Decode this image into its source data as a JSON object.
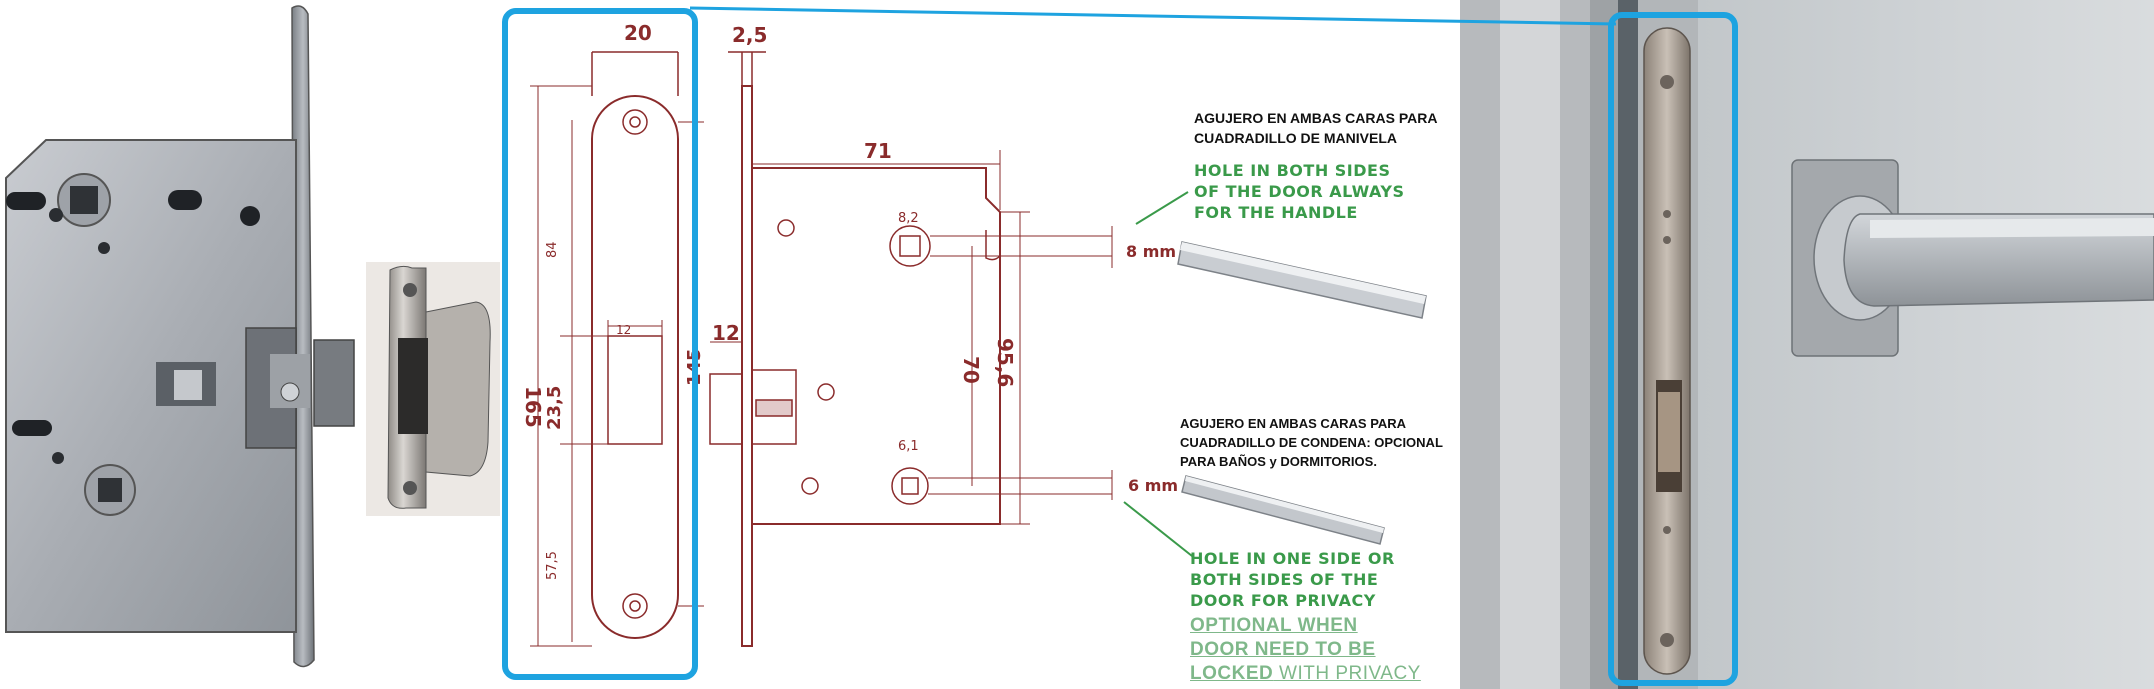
{
  "dimensions": {
    "front_width": "20",
    "forend_thickness": "2,5",
    "total_height": "165",
    "screw_pitch": "145",
    "upper_segment": "84",
    "strike_height": "23,5",
    "lower_segment": "57,5",
    "latch_width": "12",
    "latch_projection": "12",
    "backset": "71",
    "spindle_square": "8,2",
    "privacy_square": "6,1",
    "spindle_spacing": "70",
    "body_height": "95,6",
    "handle_spindle": "8 mm",
    "privacy_spindle": "6 mm"
  },
  "notes": {
    "handle_es_1": "AGUJERO EN AMBAS CARAS PARA",
    "handle_es_2": "CUADRADILLO DE MANIVELA",
    "handle_en_1": "HOLE IN BOTH SIDES",
    "handle_en_2": "OF THE DOOR ALWAYS",
    "handle_en_3": "FOR THE HANDLE",
    "privacy_es_1": "AGUJERO EN AMBAS CARAS PARA",
    "privacy_es_2": "CUADRADILLO DE CONDENA: OPCIONAL",
    "privacy_es_3": "PARA BAÑOS y DORMITORIOS.",
    "privacy_en_1": "HOLE IN ONE SIDE OR",
    "privacy_en_2": "BOTH SIDES OF THE",
    "privacy_en_3": "DOOR FOR PRIVACY",
    "optional_1": "OPTIONAL WHEN",
    "optional_2": "DOOR NEED TO BE",
    "optional_3a": "LOCKED",
    "optional_3b": "WITH PRIVACY"
  },
  "colors": {
    "highlight_frame": "#1ea3e0",
    "drawing_line": "#8a2b2b",
    "note_green": "#3a9a4a"
  }
}
